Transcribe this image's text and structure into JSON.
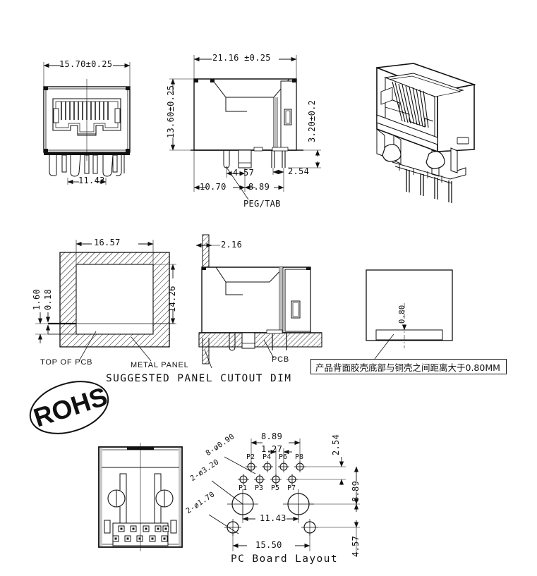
{
  "document": {
    "type": "engineering-drawing",
    "subject": "RJ45 modular jack connector mechanical drawing",
    "units": "mm"
  },
  "colors": {
    "line": "#111111",
    "background": "#ffffff",
    "hatch": "#111111",
    "shade": "#9a9a9a"
  },
  "views": {
    "front": {
      "name": "front-view",
      "dims": {
        "width_overall": "15.70±0.25",
        "width_inner": "11.43"
      }
    },
    "side": {
      "name": "side-section-view",
      "dims": {
        "length_overall": "21.16 ±0.25",
        "height_overall": "13.60±0.25",
        "tail_height": "3.20±0.2",
        "peg_pos": "4.57",
        "pin_pitch": "2.54",
        "front_to_peg": "10.70",
        "peg_to_pin": "8.89",
        "peg_label": "PEG/TAB"
      }
    },
    "iso": {
      "name": "isometric-view"
    },
    "panel_cutout": {
      "name": "suggested-panel-cutout-view",
      "title": "SUGGESTED PANEL CUTOUT DIM",
      "dims": {
        "cutout_width": "16.57",
        "cutout_height": "14.26",
        "offset_top": "1.60",
        "panel_thickness": "0.18"
      },
      "labels": {
        "top_of_pcb": "TOP OF PCB",
        "metal_panel": "METAL PANEL"
      }
    },
    "panel_side": {
      "name": "panel-mount-side-view",
      "dims": {
        "panel_gap": "2.16"
      },
      "labels": {
        "pcb": "PCB"
      }
    },
    "rear_detail": {
      "name": "rear-clearance-detail-view",
      "dims": {
        "clearance": "0.80"
      },
      "note": "产品背面胶壳底部与铜壳之间距离大于0.80MM"
    },
    "rear": {
      "name": "rear-view"
    },
    "pcb_layout": {
      "name": "pc-board-layout-view",
      "title": "PC Board Layout",
      "dims": {
        "pin_span": "8.89",
        "pin_pitch": "1.27",
        "row_offset": "2.54",
        "hole_span": "11.43",
        "outer_span": "15.50",
        "vert_span": "8.89",
        "vert_lower": "4.57"
      },
      "callouts": {
        "pins": "8-ø0.90",
        "big_holes": "2-ø3.20",
        "small_holes": "2-ø1.70"
      },
      "pin_labels_top": [
        "P2",
        "P4",
        "P6",
        "P8"
      ],
      "pin_labels_bottom": [
        "P1",
        "P3",
        "P5",
        "P7"
      ]
    }
  },
  "marks": {
    "rohs": "ROHS"
  }
}
